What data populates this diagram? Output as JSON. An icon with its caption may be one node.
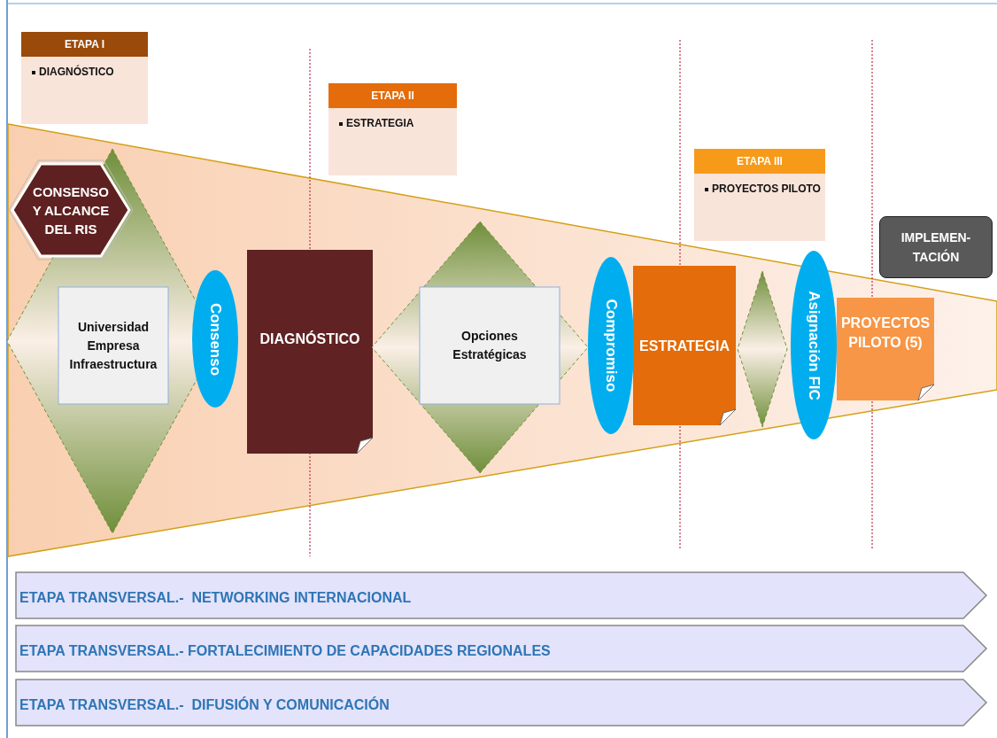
{
  "diagram": {
    "nodes": [
      {
        "text": [
          "ETAPA I",
          "DIAGNÓSTICO"
        ]
      },
      {
        "text": [
          "ETAPA II",
          "ESTRATEGIA"
        ]
      },
      {
        "text": [
          "ETAPA III",
          "PROYECTOS PILOTO"
        ]
      },
      {
        "text": [
          "CONSENSO Y ALCANCE DEL RIS"
        ]
      },
      {
        "text": [],
        "shape": "diamond"
      },
      {
        "text": [
          "Universidad Empresa Infraestructura"
        ],
        "in": 4
      },
      {
        "text": [
          "Consenso"
        ]
      },
      {
        "text": [
          "DIAGNÓSTICO"
        ]
      },
      {
        "text": [],
        "shape": "diamond"
      },
      {
        "text": [
          "Opciones Estratégicas"
        ],
        "in": 8
      },
      {
        "text": [
          "Compromiso"
        ]
      },
      {
        "text": [
          "ESTRATEGIA"
        ]
      },
      {
        "text": [],
        "shape": "diamond"
      },
      {
        "text": [
          "Asignación FIC"
        ]
      },
      {
        "text": [
          "PROYECTOS PILOTO (5)"
        ]
      },
      {
        "text": [
          "IMPLEMEN- TACIÓN"
        ]
      },
      {
        "text": [
          "ETAPA TRANSVERSAL.-  NETWORKING INTERNACIONAL"
        ]
      },
      {
        "text": [
          "ETAPA TRANSVERSAL.- FORTALECIMIENTO DE CAPACIDADES REGIONALES"
        ]
      },
      {
        "text": [
          "ETAPA TRANSVERSAL.-  DIFUSIÓN Y COMUNICACIÓN"
        ]
      }
    ],
    "edges": []
  }
}
